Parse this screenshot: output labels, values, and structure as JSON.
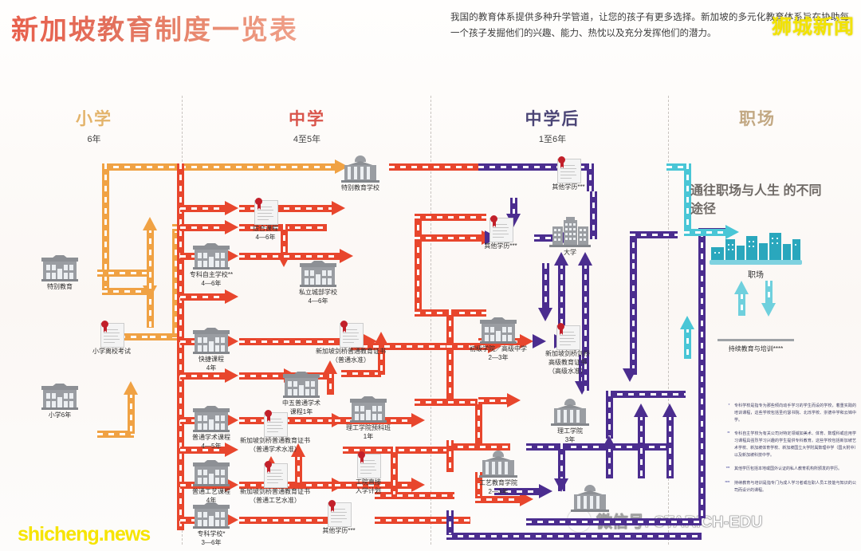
{
  "header": {
    "title": "新加坡教育制度一览表",
    "intro": "我国的教育体系提供多种升学管道，让您的孩子有更多选择。新加坡的多元化教育体系旨在协助每一个孩子发掘他们的兴趣、能力、热忱以及充分发挥他们的潜力。",
    "watermark_topright": "狮城新闻",
    "watermark_bottomleft": "shicheng.news",
    "watermark_wechat": "微信号: STARICH-EDU"
  },
  "columns": [
    {
      "name": "小学",
      "years": "6年",
      "color": "#e3b36a"
    },
    {
      "name": "中学",
      "years": "4至5年",
      "color": "#d9544a"
    },
    {
      "name": "中学后",
      "years": "1至6年",
      "color": "#4b4576"
    },
    {
      "name": "职场",
      "years": "",
      "color": "#c2a883"
    }
  ],
  "nodes": {
    "special_education": "特别教育",
    "psle": "小学离校考试",
    "primary6": "小学6年",
    "integrated_programme": "综合课程\n4—6年",
    "specialised_independent": "专科自主学校**\n4—6年",
    "private_local_school": "私立城部学校\n4—6年",
    "special_ed_school": "特别教育学校",
    "express_course": "快捷课程\n4年",
    "normal_academic": "普通学术课程\n4—5年",
    "normal_technical": "普通工艺课程\n4年",
    "specialised_school": "专科学校*\n3—6年",
    "sec5_normal_academic": "中五普通学术\n课程1年",
    "gce_o_level": "新加坡剑桥普通教育证书\n（普通水准）",
    "gce_n_academic": "新加坡剑桥普通教育证书\n（普通学术水准）",
    "gce_n_technical": "新加坡剑桥普通教育证书\n（普通工艺水准）",
    "poly_foundation": "理工学院预科班\n1年",
    "poly_direct_entry": "工院直接\n入学计划",
    "other_qual_mid": "其他学历***",
    "other_qual_top": "其他学历***",
    "other_qual_post": "其他学历***",
    "junior_college": "初级学院／高级中学\n2—3年",
    "gce_a_level": "新加坡剑桥剑桥\n高级教育证书\n（高级水准）",
    "university": "大学",
    "polytechnic": "理工学院\n3年",
    "ite": "工艺教育学院\n2—3年"
  },
  "workplace": {
    "tagline": "通往职场与人生\n的不同途径",
    "city_label": "职场",
    "cet_label": "持续教育与培训****"
  },
  "footnotes": [
    {
      "mark": "*",
      "text": "专科学校是指专为那些倾向动手学习的学生而设的学校，着重实践的培训课程，这些学校包括圣约瑟书院、北烁学校、崇德中学和云锦中学。"
    },
    {
      "mark": "**",
      "text": "专科自主学校为有关公司对特定领域如美术、体育、数理科或应用学习课程具强烈学习兴趣的学生提供专科教育。这些学校包括新加坡艺术学校、新加坡体育学校、新加坡国立大学附属数理中学（国大附中）以及新加坡科技中学。"
    },
    {
      "mark": "***",
      "text": "其他学历包括本地或国外认证的私人教育机构所颁发的学历。"
    },
    {
      "mark": "****",
      "text": "持续教育与培训是指专门为成人学习者或在职人员工技能与知识的公司而设计的课程。"
    }
  ],
  "colors": {
    "orange": "#f0a244",
    "red": "#e8462d",
    "purple": "#4b2d8f",
    "teal": "#49c6d6",
    "gray": "#9a9da2"
  }
}
